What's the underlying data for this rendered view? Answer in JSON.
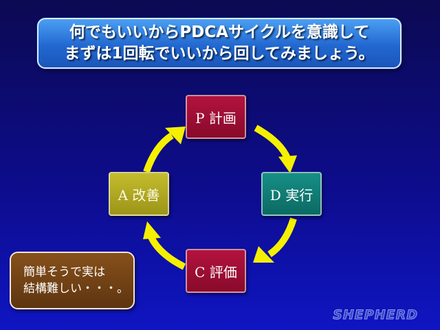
{
  "title": {
    "line1": "何でもいいからPDCAサイクルを意識して",
    "line2": "まずは1回転でいいから回してみましょう。"
  },
  "cycle": {
    "plan": "P 計画",
    "do": "D 実行",
    "check": "C 評価",
    "act": "A 改善"
  },
  "note": {
    "line1": "簡単そうで実は",
    "line2": "結構難しい・・・。"
  },
  "logo": "SHEPHERD",
  "colors": {
    "background": "#0d0c8a",
    "title_box": "#2c7bde",
    "plan": "#a0103a",
    "do": "#107a72",
    "check": "#a0103a",
    "act": "#b0a820",
    "arrow": "#f5f000",
    "note_box": "#6e4015"
  }
}
